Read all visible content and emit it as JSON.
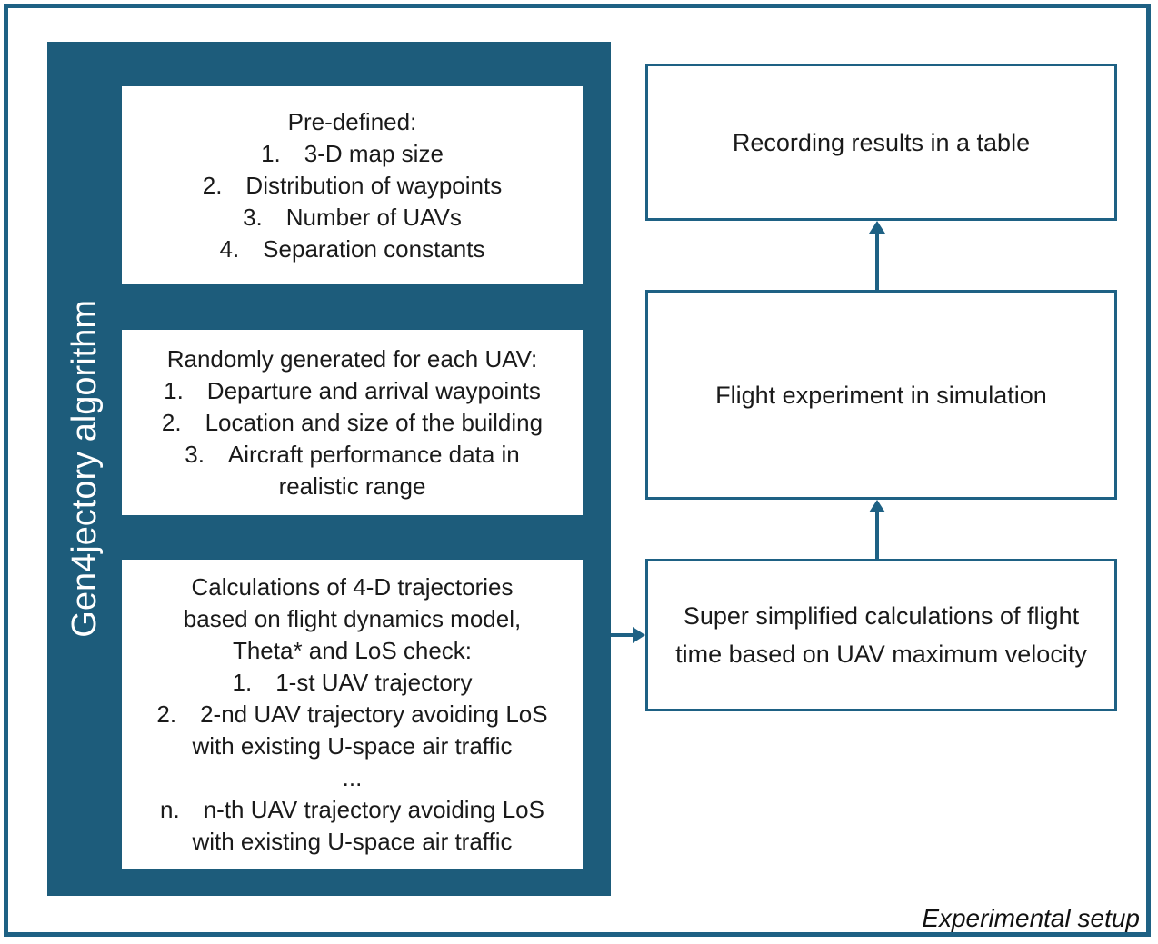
{
  "colors": {
    "teal_fill": "#1d5c7b",
    "teal_stroke": "#1e6184"
  },
  "caption": "Experimental setup",
  "algorithm_panel": {
    "title": "Gen4jectory algorithm",
    "boxes": [
      {
        "name": "pre-defined",
        "lines": [
          "Pre-defined:",
          "1. 3-D map size",
          "2. Distribution of waypoints",
          "3. Number of UAVs",
          "4. Separation constants"
        ]
      },
      {
        "name": "randomly-generated",
        "lines": [
          "Randomly generated for each UAV:",
          "1. Departure and arrival waypoints",
          "2. Location and size of the building",
          "3. Aircraft performance data in",
          "realistic range"
        ]
      },
      {
        "name": "trajectory-calculations",
        "lines": [
          "Calculations of 4-D trajectories",
          "based on flight dynamics model,",
          "Theta* and LoS check:",
          "1. 1-st UAV trajectory",
          "2. 2-nd UAV trajectory avoiding LoS",
          "with existing U-space air traffic",
          "...",
          "n. n-th UAV trajectory avoiding LoS",
          "with existing U-space air traffic"
        ]
      }
    ]
  },
  "flow": {
    "recording_box_label": "Recording results in a table",
    "simulation_box_label": "Flight experiment in simulation",
    "flight_time_box_lines": [
      "Super simplified calculations of flight",
      "time based on UAV maximum velocity"
    ]
  }
}
